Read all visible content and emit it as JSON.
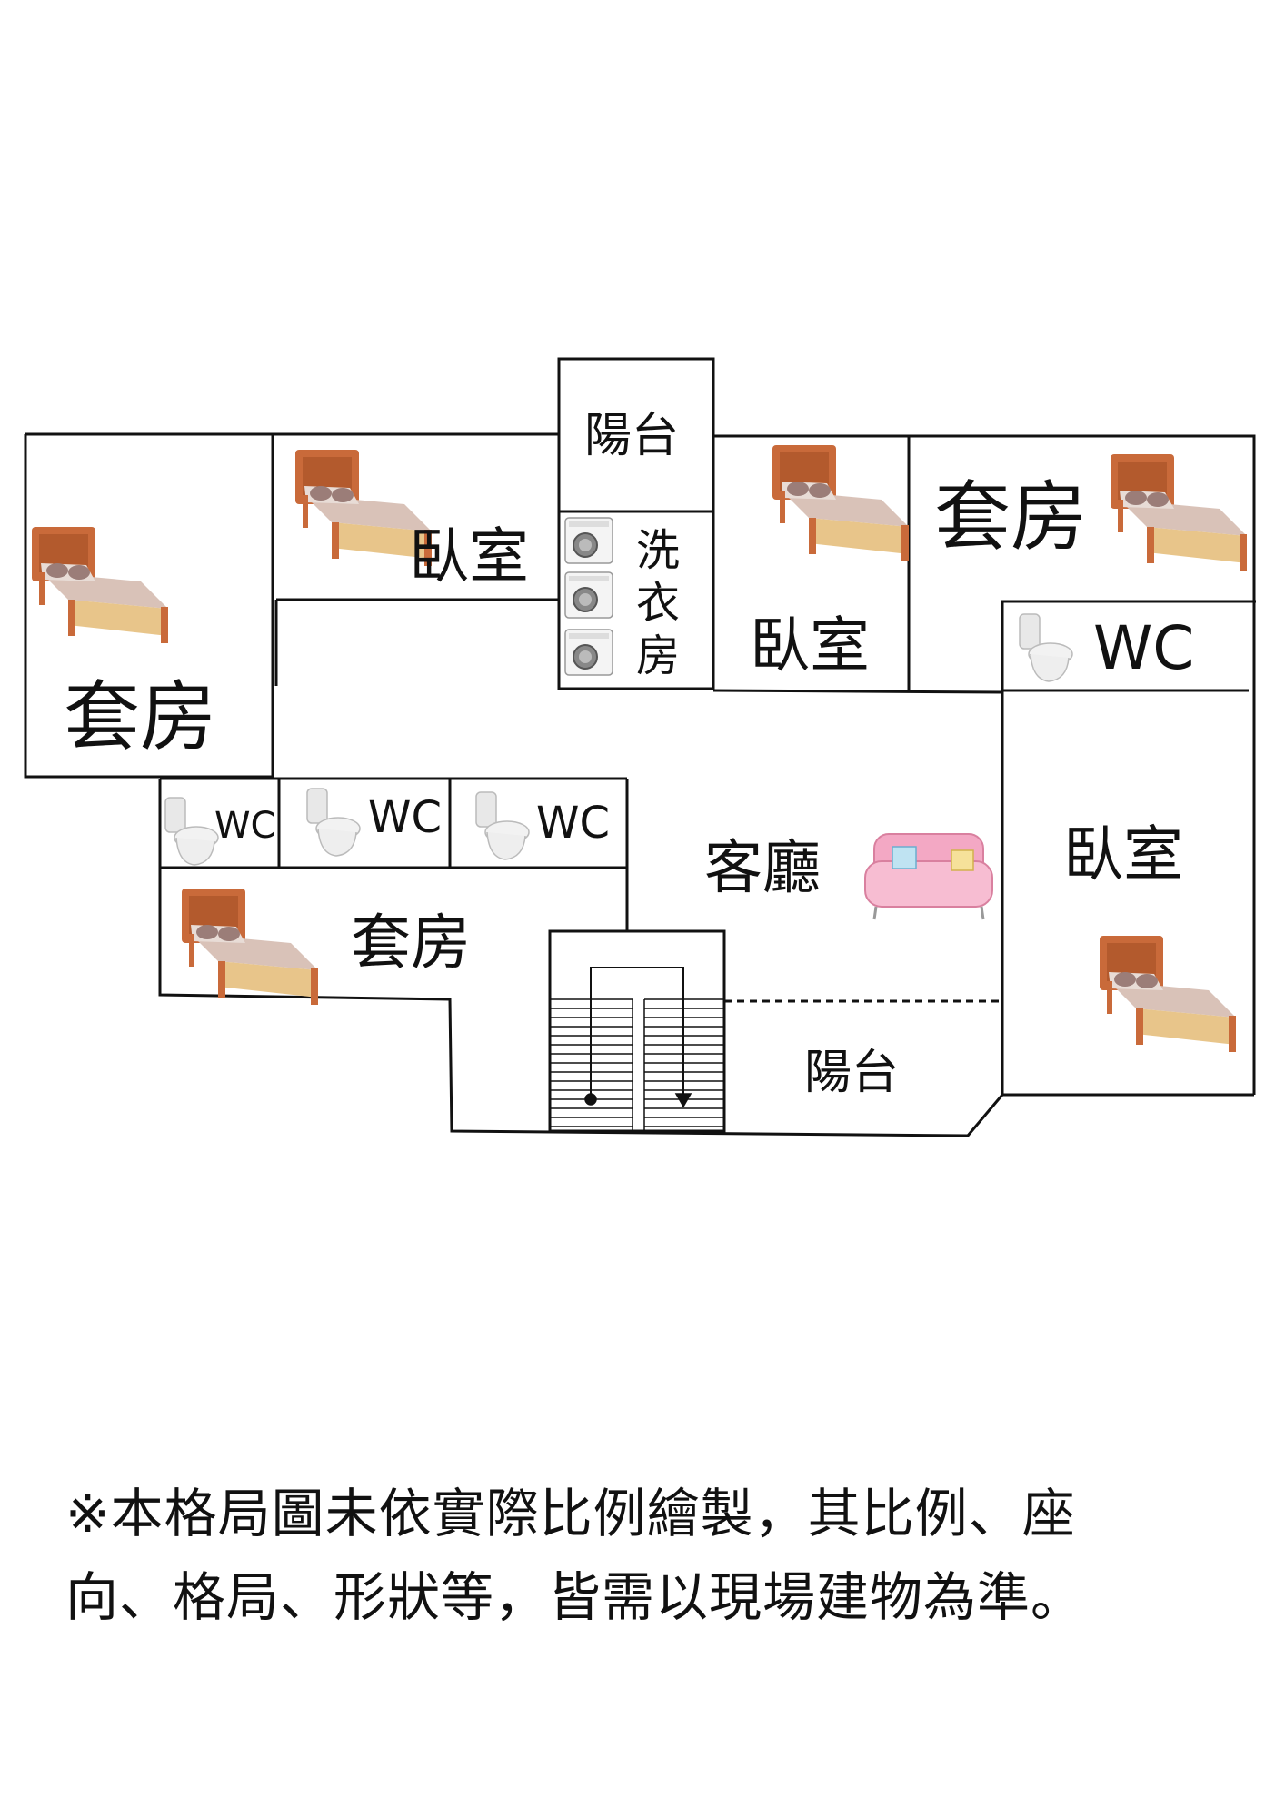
{
  "rooms": {
    "suite_left": "套房",
    "bedroom_top": "臥室",
    "balcony_top": "陽台",
    "laundry": [
      "洗",
      "衣",
      "房"
    ],
    "bedroom_center": "臥室",
    "suite_right": "套房",
    "wc_right": "WC",
    "wc_1": "WC",
    "wc_2": "WC",
    "wc_3": "WC",
    "suite_bottom": "套房",
    "living_room": "客廳",
    "bedroom_right": "臥室",
    "balcony_bottom": "陽台"
  },
  "note": {
    "line1": "※本格局圖未依實際比例繪製，其比例、座",
    "line2": "向、格局、形狀等，皆需以現場建物為準。"
  },
  "colors": {
    "wall": "#111111",
    "bed_frame": "#c96a3a",
    "bed_sheet": "#d9c2b8",
    "sofa": "#f3a8c4",
    "toilet": "#e8e8e8"
  }
}
